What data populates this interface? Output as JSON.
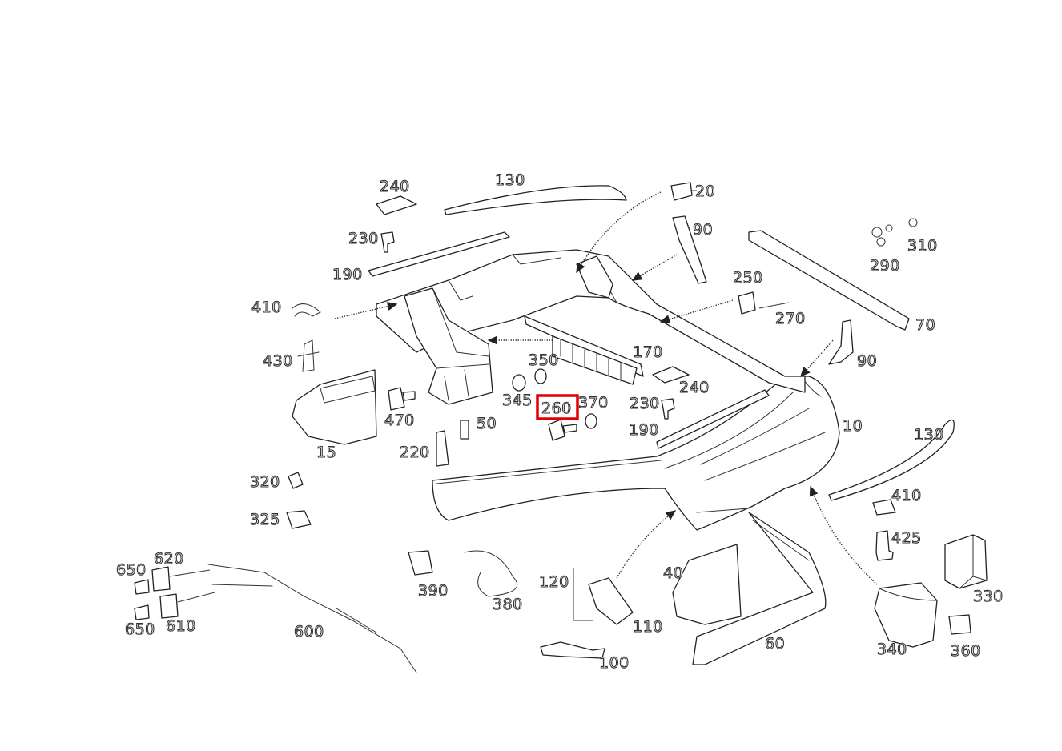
{
  "diagram": {
    "highlighted_callout": "260",
    "highlight_color": "#e00000",
    "line_color": "#222222",
    "background": "#ffffff",
    "callouts": {
      "c10": "10",
      "c15": "15",
      "c20": "20",
      "c40": "40",
      "c50": "50",
      "c60": "60",
      "c70": "70",
      "c90a": "90",
      "c90b": "90",
      "c100": "100",
      "c110": "110",
      "c120": "120",
      "c130a": "130",
      "c130b": "130",
      "c170": "170",
      "c190a": "190",
      "c190b": "190",
      "c220": "220",
      "c230a": "230",
      "c230b": "230",
      "c240a": "240",
      "c240b": "240",
      "c250": "250",
      "c260": "260",
      "c270": "270",
      "c290": "290",
      "c310": "310",
      "c320": "320",
      "c325": "325",
      "c330": "330",
      "c340": "340",
      "c345": "345",
      "c350": "350",
      "c360": "360",
      "c370": "370",
      "c380": "380",
      "c390": "390",
      "c410a": "410",
      "c410b": "410",
      "c425": "425",
      "c430": "430",
      "c470": "470",
      "c600": "600",
      "c610": "610",
      "c620": "620",
      "c650a": "650",
      "c650b": "650"
    }
  }
}
